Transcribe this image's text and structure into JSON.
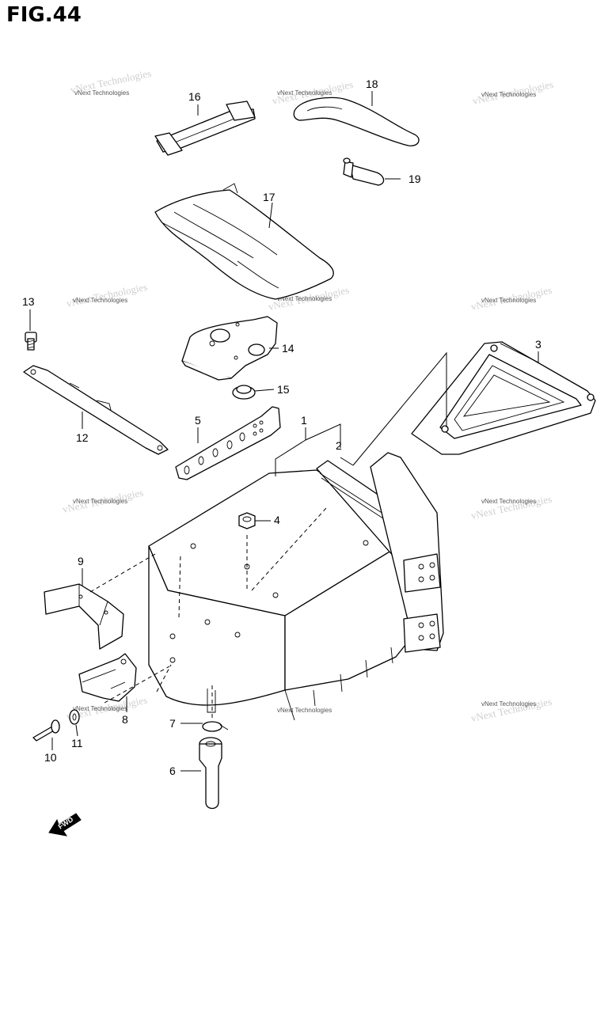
{
  "figure": {
    "title": "FIG.44"
  },
  "parts": [
    {
      "no": "1"
    },
    {
      "no": "2"
    },
    {
      "no": "3"
    },
    {
      "no": "4"
    },
    {
      "no": "5"
    },
    {
      "no": "6"
    },
    {
      "no": "7"
    },
    {
      "no": "8"
    },
    {
      "no": "9"
    },
    {
      "no": "10"
    },
    {
      "no": "11"
    },
    {
      "no": "12"
    },
    {
      "no": "13"
    },
    {
      "no": "14"
    },
    {
      "no": "15"
    },
    {
      "no": "16"
    },
    {
      "no": "17"
    },
    {
      "no": "18"
    },
    {
      "no": "19"
    }
  ],
  "watermark": {
    "text": "vNext Technologies"
  },
  "direction_marker": {
    "label": "FWD"
  }
}
